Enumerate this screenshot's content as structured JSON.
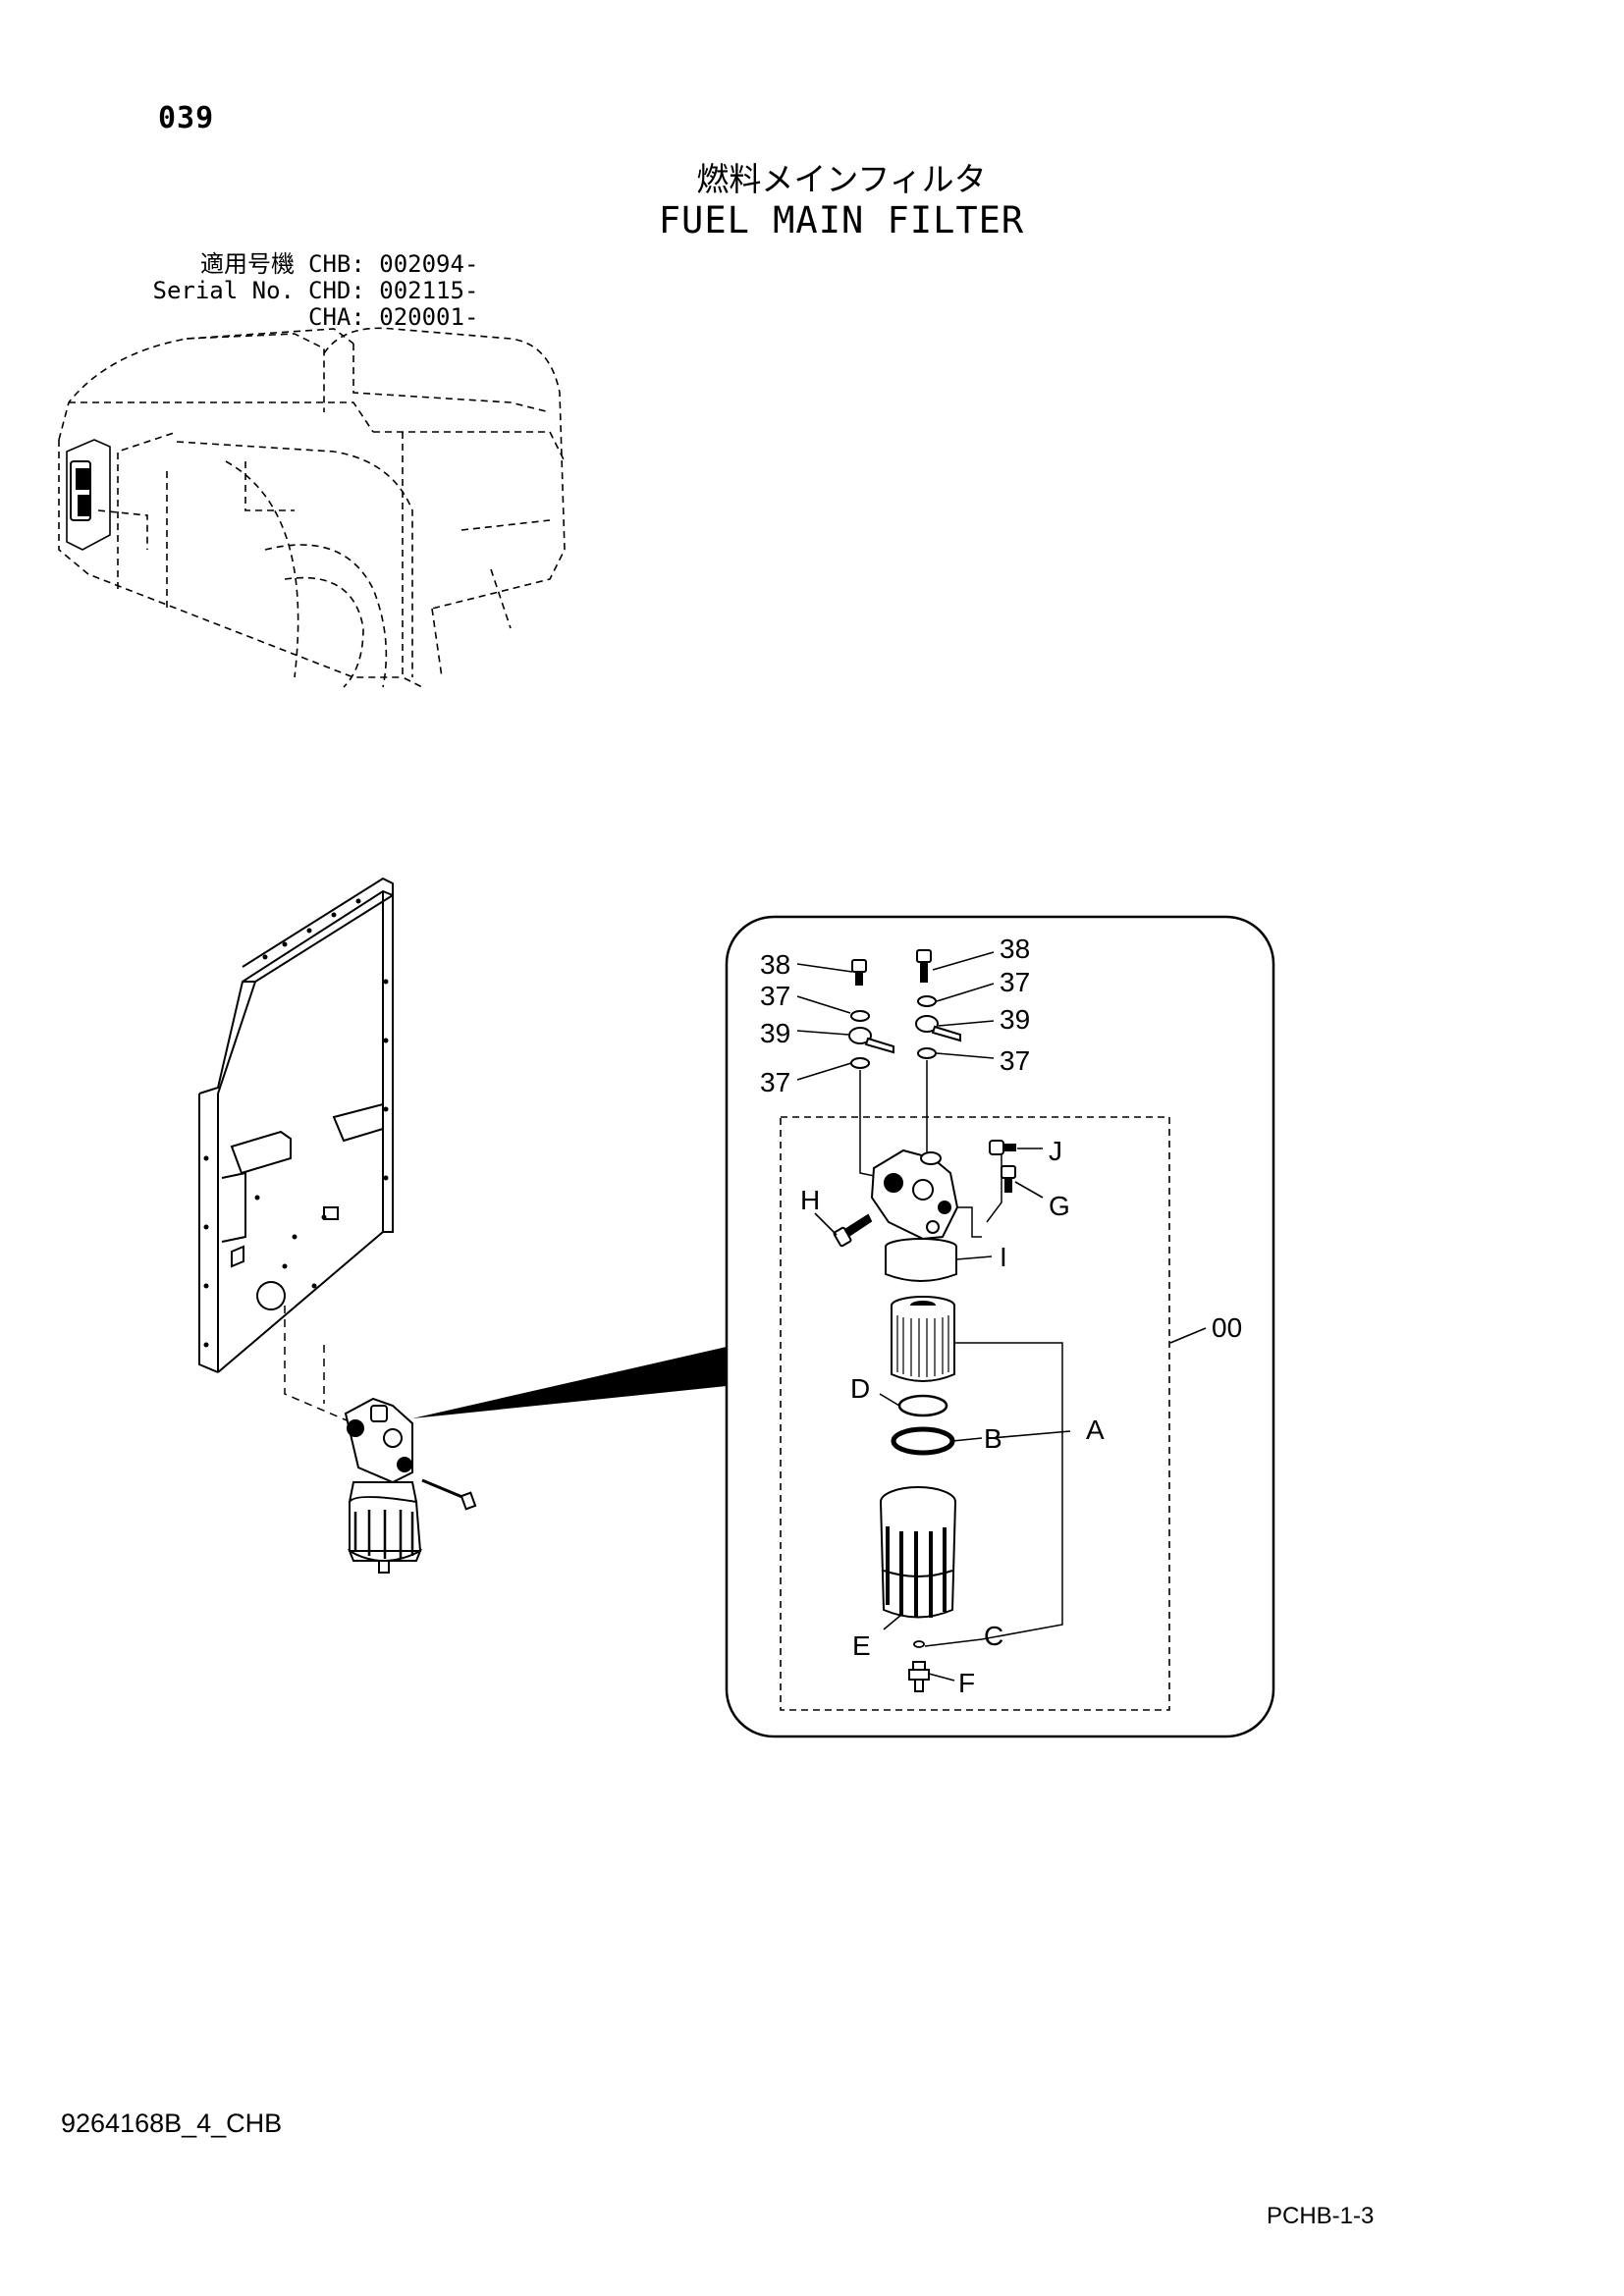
{
  "page": {
    "number": "039"
  },
  "title": {
    "japanese": "燃料メインフィルタ",
    "english": "FUEL MAIN FILTER"
  },
  "serial_block": {
    "label_jp": "適用号機",
    "label_en": "Serial No.",
    "entries": [
      "CHB: 002094-",
      "CHD: 002115-",
      "CHA: 020001-"
    ]
  },
  "callouts": {
    "c38a": "38",
    "c38b": "38",
    "c37a": "37",
    "c37b": "37",
    "c37c": "37",
    "c37d": "37",
    "c39a": "39",
    "c39b": "39",
    "J": "J",
    "G": "G",
    "H": "H",
    "I": "I",
    "assembly": "00",
    "D": "D",
    "B": "B",
    "A": "A",
    "E": "E",
    "C": "C",
    "F": "F"
  },
  "footer": {
    "drawing_id": "9264168B_4_CHB",
    "page_code": "PCHB-1-3"
  }
}
